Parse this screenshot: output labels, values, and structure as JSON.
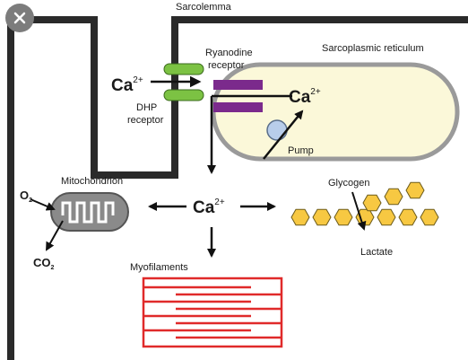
{
  "labels": {
    "sarcolemma": "Sarcolemma",
    "ryanodine_line1": "Ryanodine",
    "ryanodine_line2": "receptor",
    "sarcoplasmic_reticulum": "Sarcoplasmic reticulum",
    "dhp_line1": "DHP",
    "dhp_line2": "receptor",
    "pump": "Pump",
    "mitochondrion": "Mitochondrion",
    "glycogen": "Glycogen",
    "lactate": "Lactate",
    "myofilaments": "Myofilaments"
  },
  "ions": {
    "ca_base": "Ca",
    "ca_charge": "2+",
    "o2_base": "O",
    "co2_base": "CO",
    "subscript_2": "2"
  },
  "colors": {
    "membrane": "#2a2a2a",
    "dhp_receptor": "#7cc243",
    "ryanodine_receptor": "#7b2a8c",
    "sr_fill": "#fbf8d9",
    "sr_stroke": "#9a9a9a",
    "pump": "#b8cdea",
    "mitochondrion_fill": "#8a8a8a",
    "glycogen_hex": "#f7c842",
    "myofilament": "#e02a2a",
    "close_button": "#7c7c7c"
  },
  "icons": {
    "close": "close-icon"
  }
}
